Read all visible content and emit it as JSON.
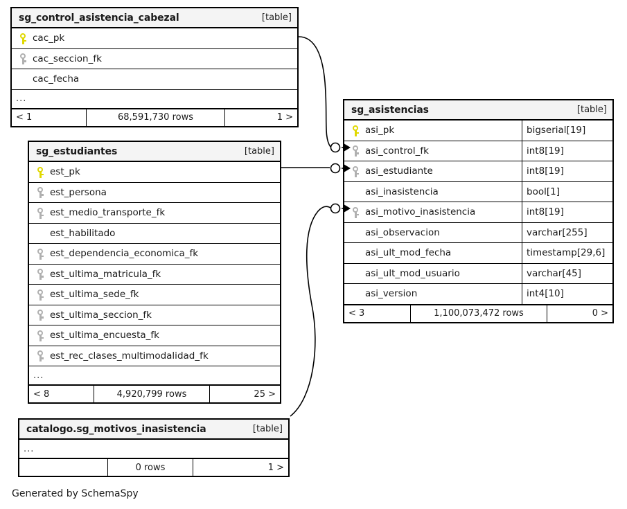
{
  "diagram": {
    "generator_credit": "Generated by SchemaSpy",
    "table_tag": "[table]",
    "ellipsis": "...",
    "colors": {
      "primary_key_icon": "#e0d800",
      "foreign_key_icon": "#b0b0b0",
      "header_background": "#f4f4f4",
      "border": "#000000",
      "background": "#ffffff"
    }
  },
  "tables": [
    {
      "id": "sg_control_asistencia_cabezal",
      "name": "sg_control_asistencia_cabezal",
      "tag": "[table]",
      "show_types": false,
      "columns": [
        {
          "name": "cac_pk",
          "key": "pk",
          "type": ""
        },
        {
          "name": "cac_seccion_fk",
          "key": "fk",
          "type": ""
        },
        {
          "name": "cac_fecha",
          "key": "",
          "type": ""
        }
      ],
      "has_ellipsis": true,
      "ellipsis": "...",
      "footer": {
        "prev": "< 1",
        "rows": "68,591,730 rows",
        "next": "1 >"
      }
    },
    {
      "id": "sg_estudiantes",
      "name": "sg_estudiantes",
      "tag": "[table]",
      "show_types": false,
      "columns": [
        {
          "name": "est_pk",
          "key": "pk",
          "type": ""
        },
        {
          "name": "est_persona",
          "key": "fk",
          "type": ""
        },
        {
          "name": "est_medio_transporte_fk",
          "key": "fk",
          "type": ""
        },
        {
          "name": "est_habilitado",
          "key": "",
          "type": ""
        },
        {
          "name": "est_dependencia_economica_fk",
          "key": "fk",
          "type": ""
        },
        {
          "name": "est_ultima_matricula_fk",
          "key": "fk",
          "type": ""
        },
        {
          "name": "est_ultima_sede_fk",
          "key": "fk",
          "type": ""
        },
        {
          "name": "est_ultima_seccion_fk",
          "key": "fk",
          "type": ""
        },
        {
          "name": "est_ultima_encuesta_fk",
          "key": "fk",
          "type": ""
        },
        {
          "name": "est_rec_clases_multimodalidad_fk",
          "key": "fk",
          "type": ""
        }
      ],
      "has_ellipsis": true,
      "ellipsis": "...",
      "footer": {
        "prev": "< 8",
        "rows": "4,920,799 rows",
        "next": "25 >"
      }
    },
    {
      "id": "sg_asistencias",
      "name": "sg_asistencias",
      "tag": "[table]",
      "show_types": true,
      "columns": [
        {
          "name": "asi_pk",
          "key": "pk",
          "type": "bigserial[19]"
        },
        {
          "name": "asi_control_fk",
          "key": "fk",
          "type": "int8[19]"
        },
        {
          "name": "asi_estudiante",
          "key": "fk",
          "type": "int8[19]"
        },
        {
          "name": "asi_inasistencia",
          "key": "",
          "type": "bool[1]"
        },
        {
          "name": "asi_motivo_inasistencia",
          "key": "fk",
          "type": "int8[19]"
        },
        {
          "name": "asi_observacion",
          "key": "",
          "type": "varchar[255]"
        },
        {
          "name": "asi_ult_mod_fecha",
          "key": "",
          "type": "timestamp[29,6]"
        },
        {
          "name": "asi_ult_mod_usuario",
          "key": "",
          "type": "varchar[45]"
        },
        {
          "name": "asi_version",
          "key": "",
          "type": "int4[10]"
        }
      ],
      "has_ellipsis": false,
      "ellipsis": "",
      "footer": {
        "prev": "< 3",
        "rows": "1,100,073,472 rows",
        "next": "0 >"
      }
    },
    {
      "id": "catalogo_sg_motivos_inasistencia",
      "name": "catalogo.sg_motivos_inasistencia",
      "tag": "[table]",
      "show_types": false,
      "columns": [],
      "has_ellipsis": true,
      "ellipsis": "...",
      "footer": {
        "prev": "",
        "rows": "0 rows",
        "next": "1 >"
      }
    }
  ],
  "relationships": [
    {
      "from": "sg_control_asistencia_cabezal.cac_pk",
      "to": "sg_asistencias.asi_control_fk",
      "cardinality": "zero-or-many"
    },
    {
      "from": "sg_estudiantes.est_pk",
      "to": "sg_asistencias.asi_estudiante",
      "cardinality": "zero-or-many"
    },
    {
      "from": "catalogo.sg_motivos_inasistencia",
      "to": "sg_asistencias.asi_motivo_inasistencia",
      "cardinality": "zero-or-many"
    }
  ]
}
